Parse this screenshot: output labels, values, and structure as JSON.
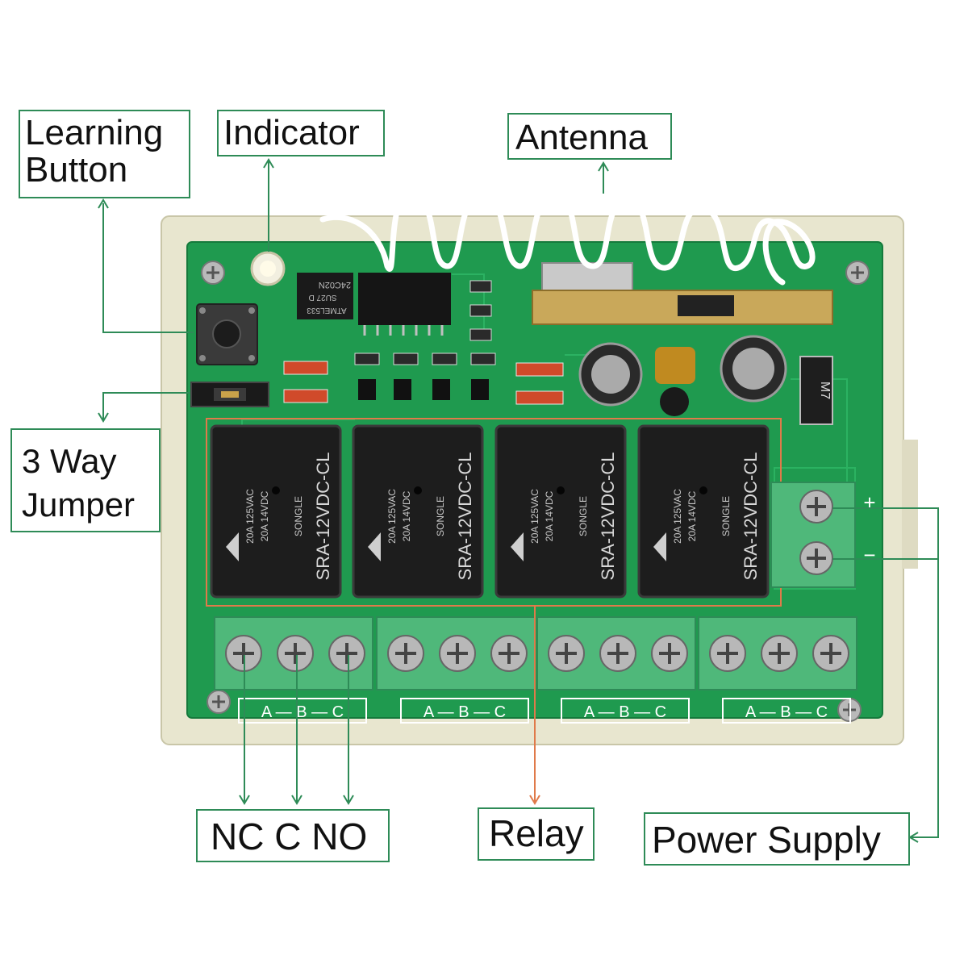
{
  "labels": {
    "learning_button": "Learning\nButton",
    "indicator": "Indicator",
    "antenna": "Antenna",
    "jumper": "3 Way\nJumper",
    "nc_c_no": "NC C NO",
    "relay": "Relay",
    "power_supply": "Power Supply"
  },
  "relays": [
    {
      "brand": "SONGLE",
      "model": "SRA-12VDC-CL",
      "rating_1": "20A 14VDC",
      "rating_2": "20A 125VAC"
    },
    {
      "brand": "SONGLE",
      "model": "SRA-12VDC-CL",
      "rating_1": "20A 14VDC",
      "rating_2": "20A 125VAC"
    },
    {
      "brand": "SONGLE",
      "model": "SRA-12VDC-CL",
      "rating_1": "20A 14VDC",
      "rating_2": "20A 125VAC"
    },
    {
      "brand": "SONGLE",
      "model": "SRA-12VDC-CL",
      "rating_1": "20A 14VDC",
      "rating_2": "20A 125VAC"
    }
  ],
  "terminal_marking": "A — B — C",
  "chips": {
    "eeprom_line1": "24C02N",
    "eeprom_line2": "SU27 D",
    "eeprom_line3": "ATMEL533"
  },
  "diode_marking": "M7",
  "power_plus": "+",
  "power_minus": "−",
  "colors": {
    "label_border": "#2e8b57",
    "arrow_green": "#2e8b57",
    "relay_arrow": "#e07a4a",
    "pcb_green": "#1f9a4f",
    "terminal_green": "#4fb87a",
    "case": "#e8e6cf"
  }
}
